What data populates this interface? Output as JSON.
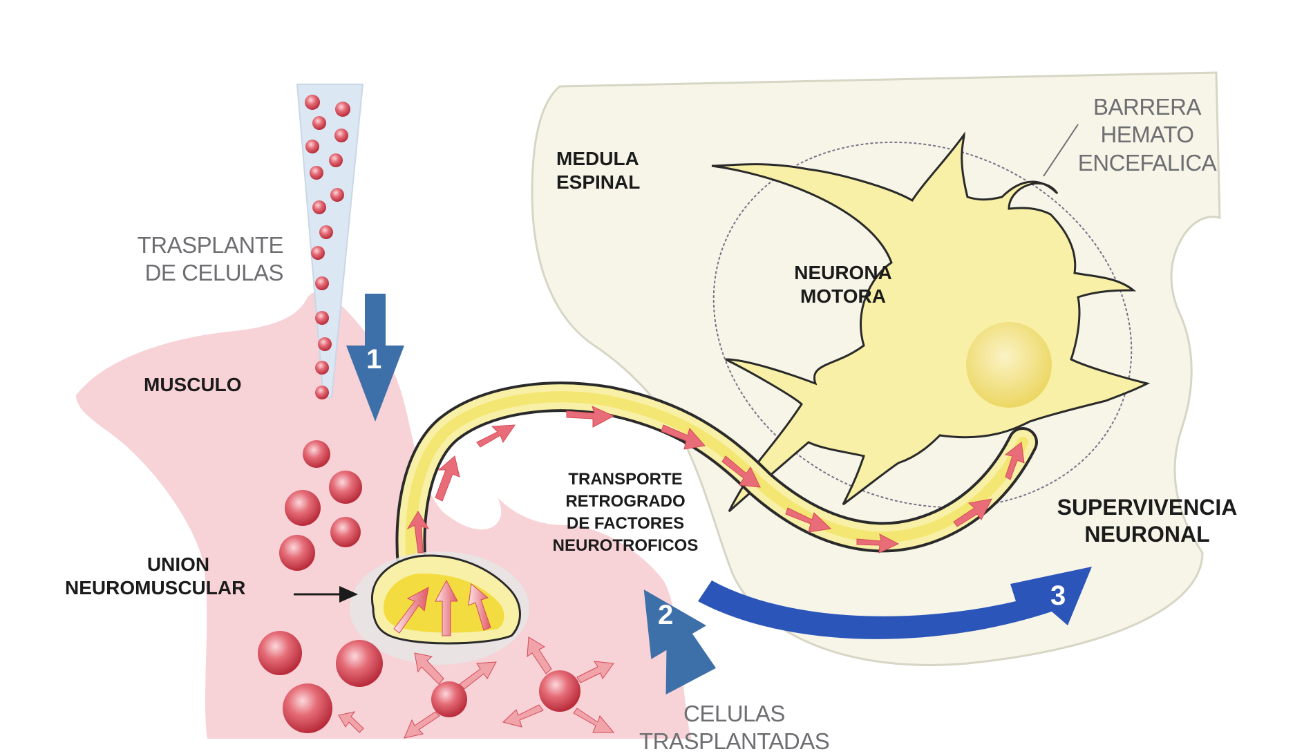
{
  "labels": {
    "trasplante": [
      "TRASPLANTE",
      "DE CELULAS"
    ],
    "musculo": "MUSCULO",
    "medula": [
      "MEDULA",
      "ESPINAL"
    ],
    "barrera": [
      "BARRERA",
      "HEMATO",
      "ENCEFALICA"
    ],
    "neurona": [
      "NEURONA",
      "MOTORA"
    ],
    "union": [
      "UNION",
      "NEUROMUSCULAR"
    ],
    "transporte": [
      "TRANSPORTE",
      "RETROGRADO",
      "DE FACTORES",
      "NEUROTROFICOS"
    ],
    "supervivencia": [
      "SUPERVIVENCIA",
      "NEURONAL"
    ],
    "celulas": [
      "CELULAS",
      "TRASPLANTADAS"
    ]
  },
  "steps": [
    "1",
    "2",
    "3"
  ],
  "colors": {
    "muscle": "#f7d2d6",
    "spinal_cord": "#f6f5e8",
    "neuron": "#f8f0a6",
    "cells": "#d8434f",
    "arrow_blue": "#3d6fa8",
    "arrow_deep_blue": "#2b55b8",
    "pipette": "#dbe7f2"
  }
}
